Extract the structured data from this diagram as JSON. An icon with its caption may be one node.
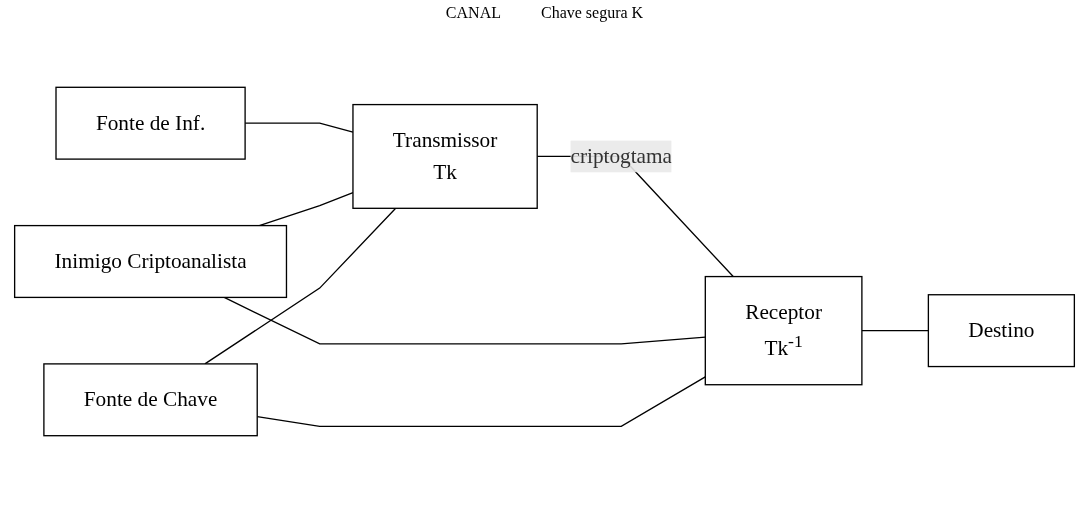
{
  "diagram": {
    "nodes": [
      {
        "text": [
          "Fonte de Inf."
        ]
      },
      {
        "text": [
          "Transmissor",
          "Tk"
        ]
      },
      {
        "text": [
          "Inimigo Criptoanalista"
        ]
      },
      {
        "text": [
          "Receptor",
          "Tk$^{-1}$"
        ]
      },
      {
        "text": [
          "Destino"
        ]
      },
      {
        "text": [
          "Fonte de Chave"
        ]
      }
    ],
    "edges": [
      {
        "from": 0,
        "to": 1,
        "arrow": "none"
      },
      {
        "from": 1,
        "to": 3,
        "arrow": "none",
        "label": "criptogtama"
      },
      {
        "from": 2,
        "to": 1,
        "arrow": "none"
      },
      {
        "from": 2,
        "to": 3,
        "arrow": "none"
      },
      {
        "from": 3,
        "to": 4,
        "arrow": "none"
      },
      {
        "from": 5,
        "to": 1,
        "arrow": "none"
      },
      {
        "from": 5,
        "to": 3,
        "arrow": "none"
      }
    ],
    "labels": [
      "CANAL",
      "Chave segura K"
    ]
  }
}
